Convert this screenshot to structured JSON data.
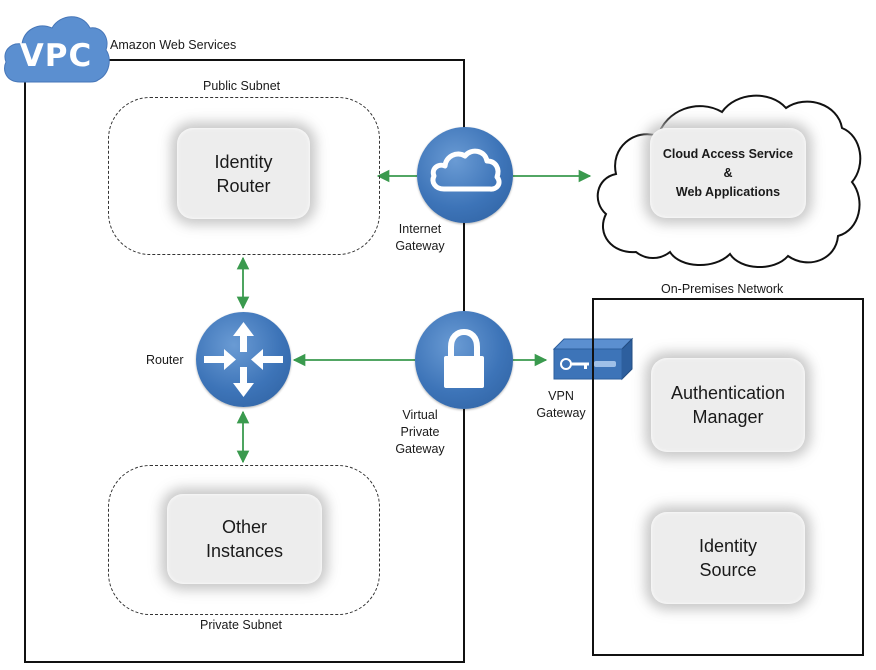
{
  "vpc": {
    "badge": "VPC",
    "title": "Amazon Web Services"
  },
  "public_subnet": {
    "label": "Public Subnet",
    "node_line1": "Identity",
    "node_line2": "Router"
  },
  "private_subnet": {
    "label": "Private Subnet",
    "node_line1": "Other",
    "node_line2": "Instances"
  },
  "router": {
    "label": "Router"
  },
  "internet_gateway": {
    "line1": "Internet",
    "line2": "Gateway"
  },
  "virtual_private_gateway": {
    "line1": "Virtual",
    "line2": "Private",
    "line3": "Gateway"
  },
  "vpn_gateway": {
    "line1": "VPN",
    "line2": "Gateway"
  },
  "cloud": {
    "line1": "Cloud Access Service",
    "line2": "&",
    "line3": "Web Applications"
  },
  "on_premises": {
    "title": "On-Premises Network",
    "auth_line1": "Authentication",
    "auth_line2": "Manager",
    "source_line1": "Identity",
    "source_line2": "Source"
  },
  "colors": {
    "arrow": "#3a9a4e",
    "icon_blue": "#3d74b8",
    "frame": "#111111",
    "card": "#ededed"
  }
}
